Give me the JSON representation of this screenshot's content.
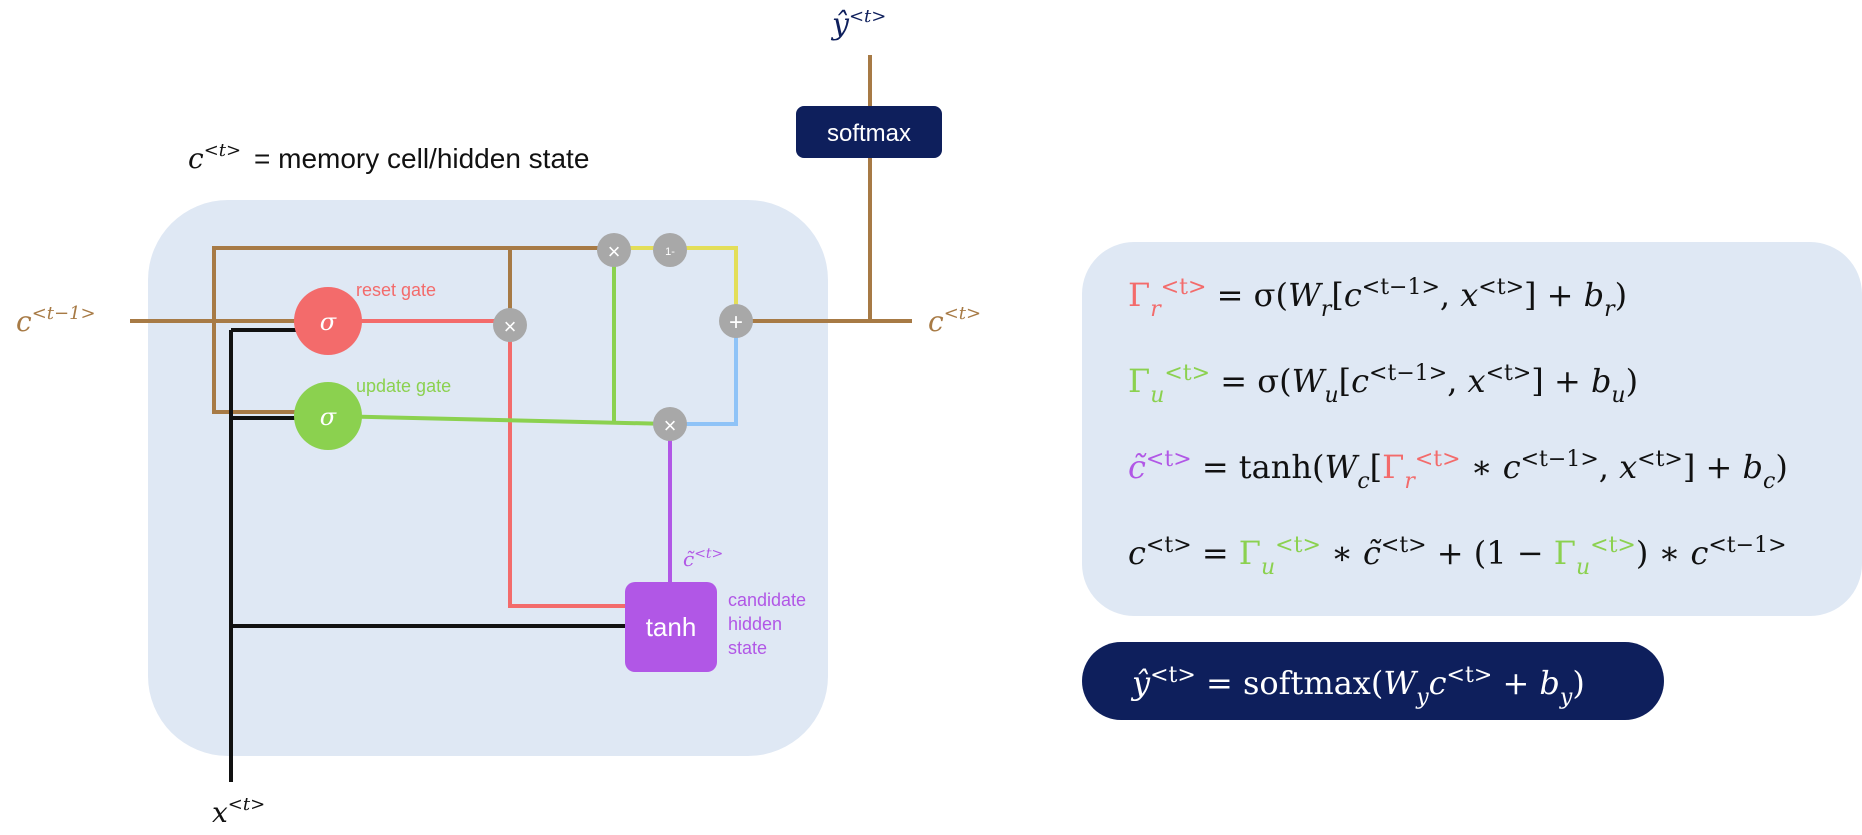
{
  "colors": {
    "panel": "#dfe8f4",
    "navy": "#0e1f5c",
    "brown": "#a77a45",
    "red": "#f36b6b",
    "green": "#8bd14f",
    "purple": "#b157e6",
    "blue": "#8fc3f7",
    "yellow": "#e3de58",
    "gray": "#a8a8a8",
    "black": "#111111"
  },
  "diagram": {
    "title": "= memory cell/hidden state",
    "output_label": "softmax",
    "reset_gate_label": "reset gate",
    "update_gate_label": "update gate",
    "sigma_symbol": "σ",
    "tanh_label": "tanh",
    "candidate_label_lines": [
      "candidate",
      "hidden",
      "state"
    ],
    "multiply_symbol": "×",
    "plus_symbol": "+",
    "one_minus_symbol": "1-",
    "input_label": "x<t>",
    "prev_state_label": "c<t−1>",
    "next_state_label": "c<t>",
    "output_y_label": "ŷ<t>",
    "candidate_small_label": "c̃<t>",
    "title_c_label": "c<t>"
  },
  "equations": {
    "eq1": "Γr<t> = σ(Wr[c<t−1>, x<t>] + br)",
    "eq2": "Γu<t> = σ(Wu[c<t−1>, x<t>] + bu)",
    "eq3": "c̃<t> = tanh(Wc[Γr<t> * c<t−1>, x<t>] + bc)",
    "eq4": "c<t> = Γu<t> * c̃<t> + (1 − Γu<t>) * c<t−1>",
    "eq5": "ŷ<t> = softmax(Wy c<t> + by)"
  }
}
